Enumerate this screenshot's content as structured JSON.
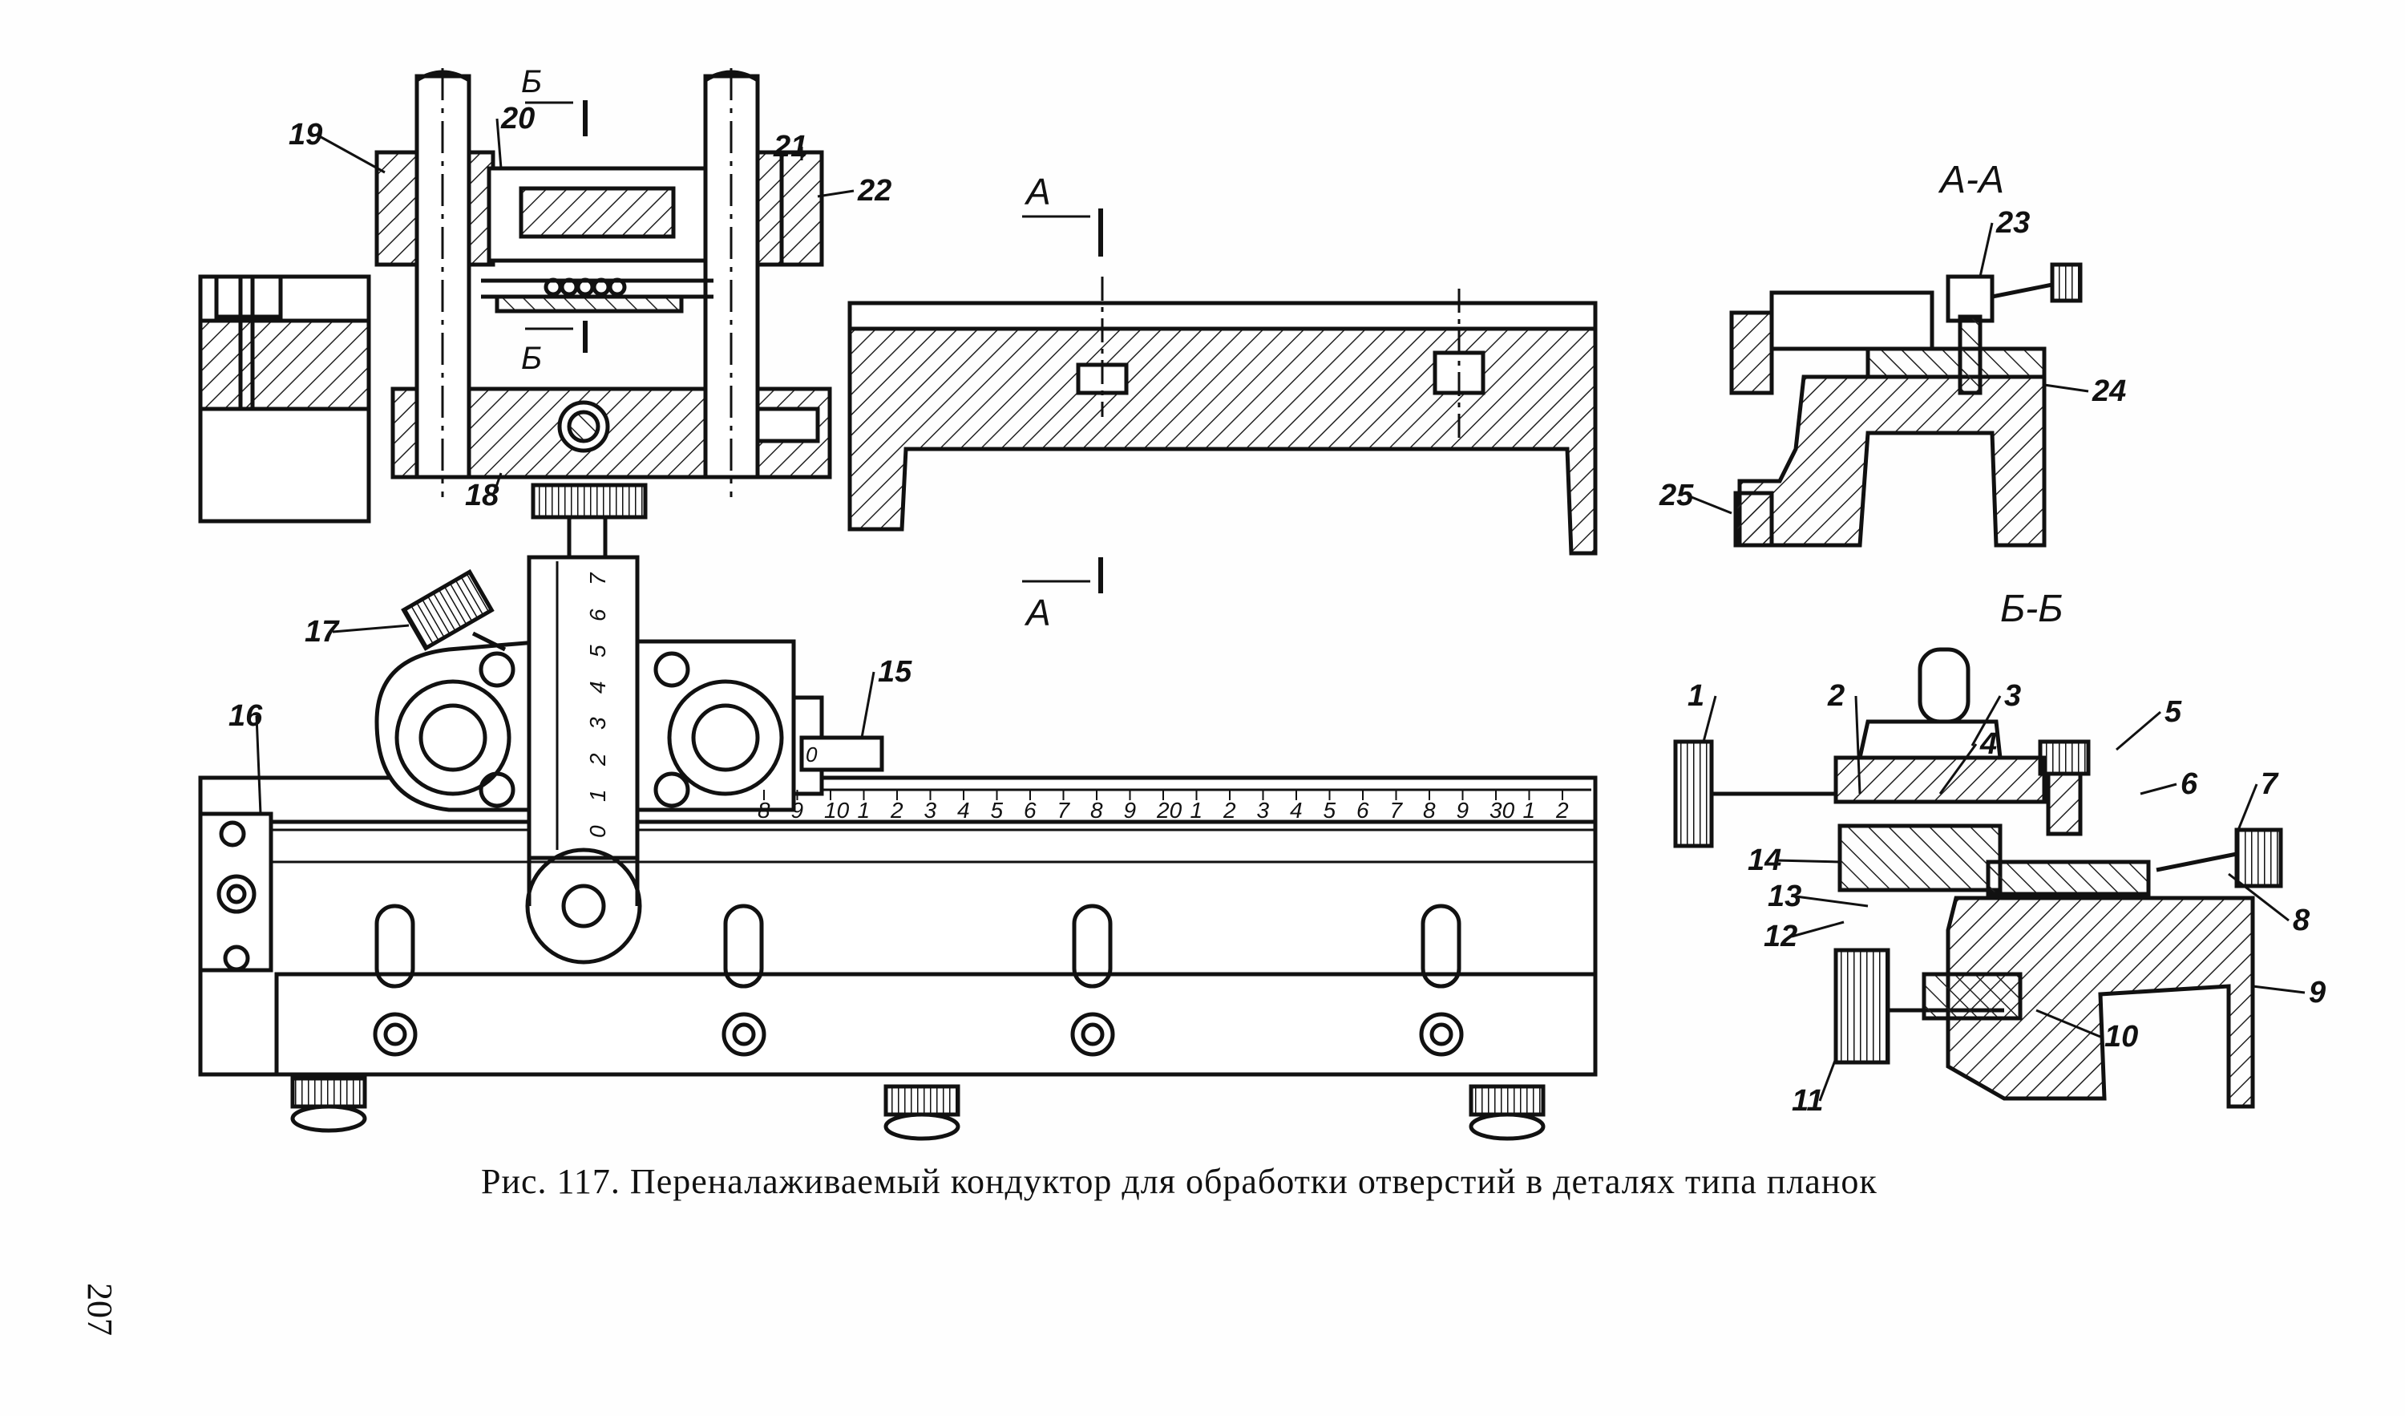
{
  "figure": {
    "caption": "Рис. 117. Переналаживаемый кондуктор для обработки отверстий в деталях типа планок",
    "page_number": "207"
  },
  "section_labels": {
    "aa": "А-А",
    "bb": "Б-Б",
    "cut_a": "А",
    "cut_b": "Б"
  },
  "callouts": [
    "1",
    "2",
    "3",
    "4",
    "5",
    "6",
    "7",
    "8",
    "9",
    "10",
    "11",
    "12",
    "13",
    "14",
    "15",
    "16",
    "17",
    "18",
    "19",
    "20",
    "21",
    "22",
    "23",
    "24",
    "25"
  ],
  "scale_horizontal": [
    "8",
    "9",
    "10",
    "1",
    "2",
    "3",
    "4",
    "5",
    "6",
    "7",
    "8",
    "9",
    "20",
    "1",
    "2",
    "3",
    "4",
    "5",
    "6",
    "7",
    "8",
    "9",
    "30",
    "1",
    "2"
  ],
  "scale_vertical": [
    "7",
    "6",
    "5",
    "4",
    "3",
    "2",
    "1",
    "0"
  ],
  "scale_small": "0"
}
